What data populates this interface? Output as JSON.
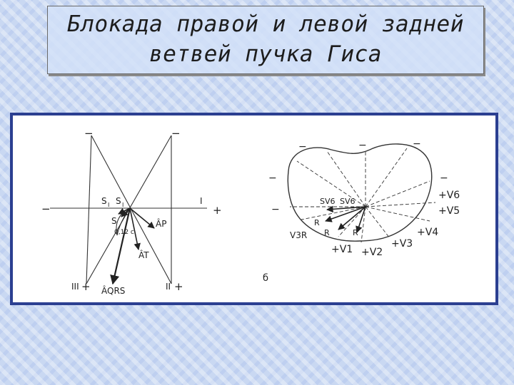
{
  "slide": {
    "title_line1": "Блокада правой и левой задней",
    "title_line2": "ветвей пучка Гиса"
  },
  "figure_a": {
    "minus_top_left": "−",
    "minus_top_right": "−",
    "minus_left": "−",
    "plus_right": "+",
    "lead_I": "I",
    "lead_III": "III",
    "lead_II": "II",
    "plus_III": "+",
    "plus_II": "+",
    "s_label_1": "S",
    "s_label_2": "S",
    "s_label_3": "S",
    "sub_1": "I",
    "sub_2": "I",
    "time_label": "0,12 с",
    "ap_label": "ÂP",
    "at_label": "ÂT",
    "aqrs_label": "ÂQRS"
  },
  "figure_b": {
    "panel_letter": "б",
    "minus_marks": [
      "−",
      "−",
      "−",
      "−",
      "−",
      "−"
    ],
    "v6": "+V6",
    "v5": "+V5",
    "v4": "+V4",
    "v3": "+V3",
    "v2": "+V2",
    "v1": "+V1",
    "v3r": "V3R",
    "sv6_1": "SV6",
    "sv6_2": "SV6",
    "r1": "R",
    "r2": "R",
    "r3": "R"
  }
}
